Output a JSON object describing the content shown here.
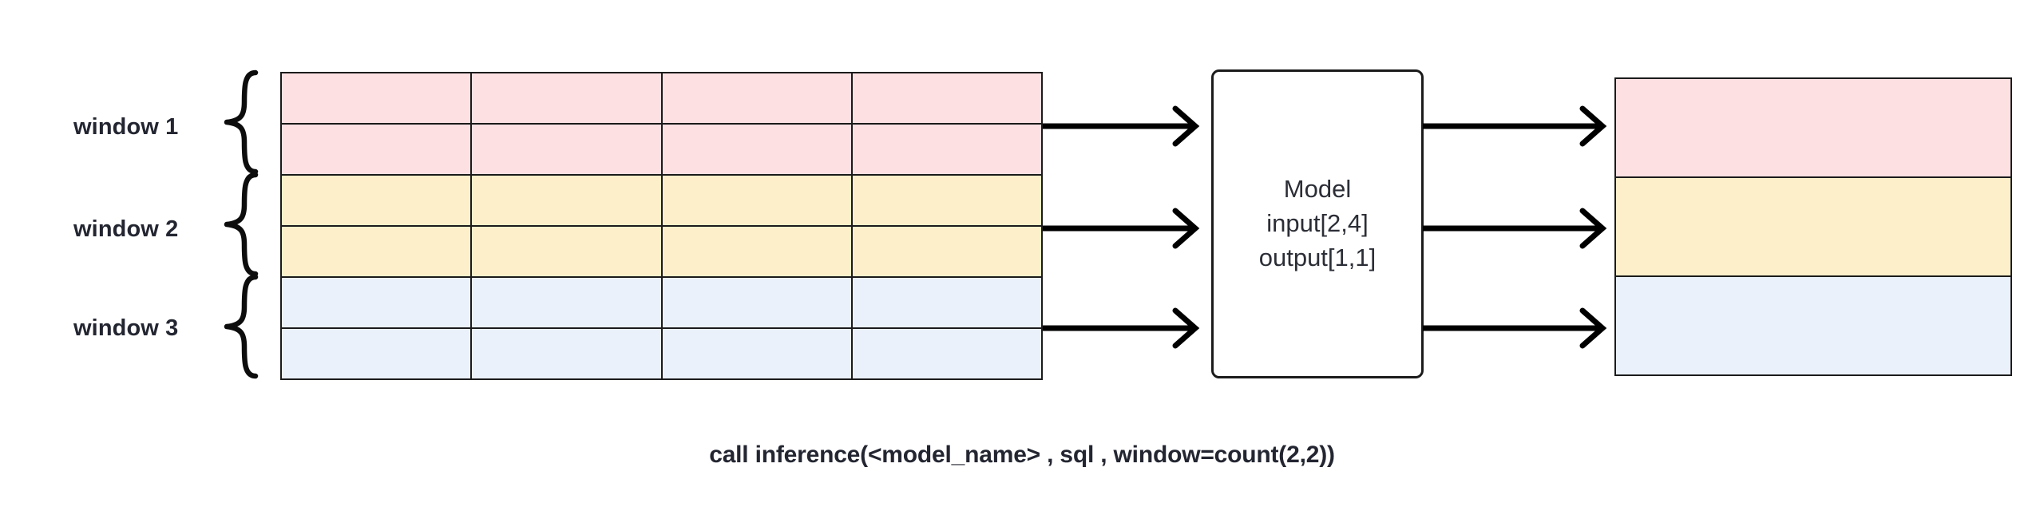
{
  "diagram": {
    "title_caption": "call inference(<model_name> , sql , window=count(2,2))",
    "window_labels": [
      {
        "label": "window 1"
      },
      {
        "label": "window 2"
      },
      {
        "label": "window 3"
      }
    ],
    "input_table": {
      "columns": 4,
      "rows": 6,
      "row_colors": [
        "#fce0e2",
        "#fce0e2",
        "#fcefc9",
        "#fcefc9",
        "#ebf1fb",
        "#ebf1fb"
      ],
      "border_color": "#1b1b1b",
      "cells": [
        [
          "",
          "",
          "",
          ""
        ],
        [
          "",
          "",
          "",
          ""
        ],
        [
          "",
          "",
          "",
          ""
        ],
        [
          "",
          "",
          "",
          ""
        ],
        [
          "",
          "",
          "",
          ""
        ],
        [
          "",
          "",
          "",
          ""
        ]
      ]
    },
    "model": {
      "lines": [
        "Model",
        "input[2,4]",
        "output[1,1]"
      ],
      "name": "Model",
      "input_shape": "input[2,4]",
      "output_shape": "output[1,1]"
    },
    "output_blocks": [
      {
        "color": "#fce0e2"
      },
      {
        "color": "#fcefc9"
      },
      {
        "color": "#ebf1fb"
      }
    ],
    "arrows": {
      "count_in": 3,
      "count_out": 3,
      "color": "#000000"
    },
    "colors": {
      "pink": "#fce0e2",
      "yellow": "#fcefc9",
      "blue": "#ebf1fb",
      "stroke": "#1b1b1b",
      "text": "#232631",
      "model_text": "#2b2e36",
      "background": "#ffffff"
    }
  }
}
